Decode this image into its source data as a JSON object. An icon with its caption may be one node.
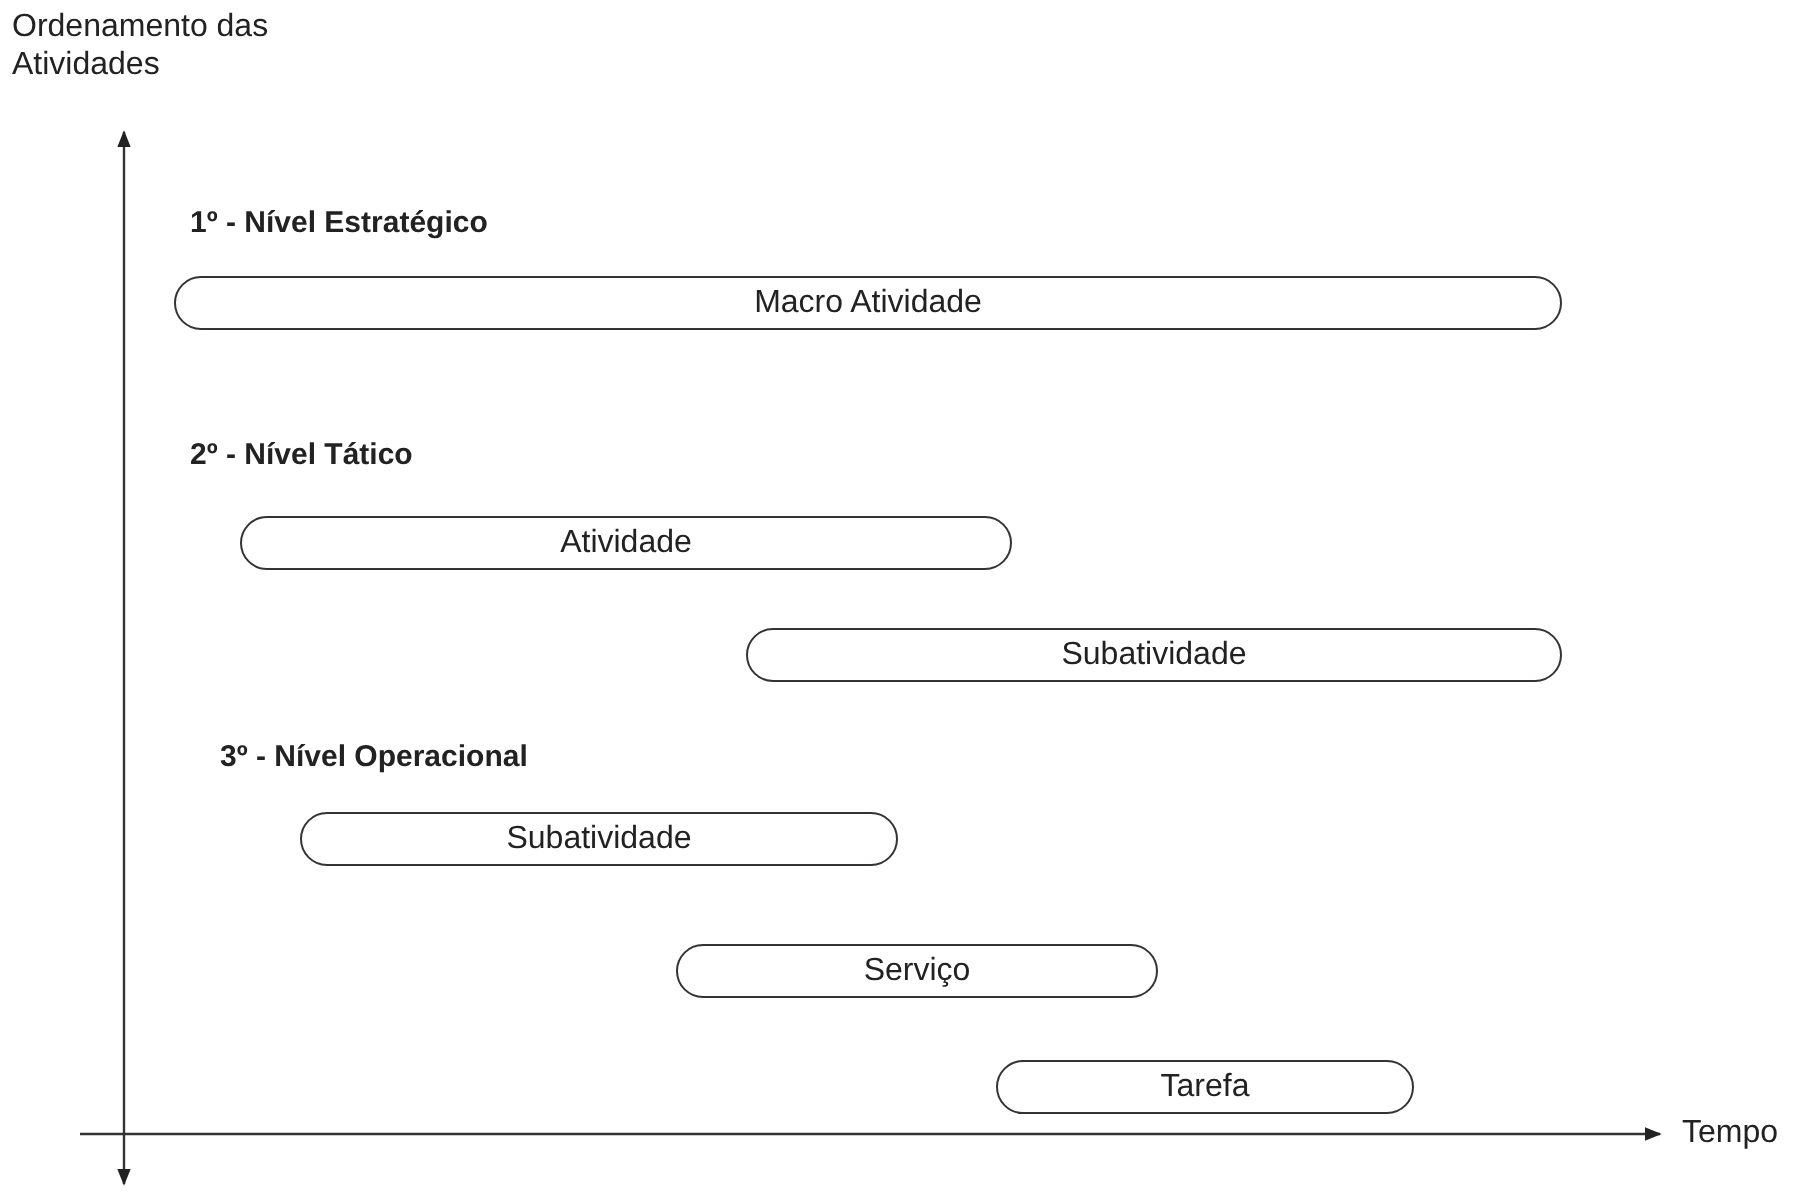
{
  "diagram": {
    "nodes": [
      {
        "text": [
          "Macro Atividade"
        ]
      },
      {
        "text": [
          "Atividade"
        ]
      },
      {
        "text": [
          "Subatividade"
        ]
      },
      {
        "text": [
          "Subatividade"
        ]
      },
      {
        "text": [
          "Serviço"
        ]
      },
      {
        "text": [
          "Tarefa"
        ]
      }
    ],
    "labels": [
      "Ordenamento das Atividades",
      "1º - Nível Estratégico",
      "2º - Nível Tático",
      "3º - Nível Operacional",
      "Tempo"
    ]
  }
}
